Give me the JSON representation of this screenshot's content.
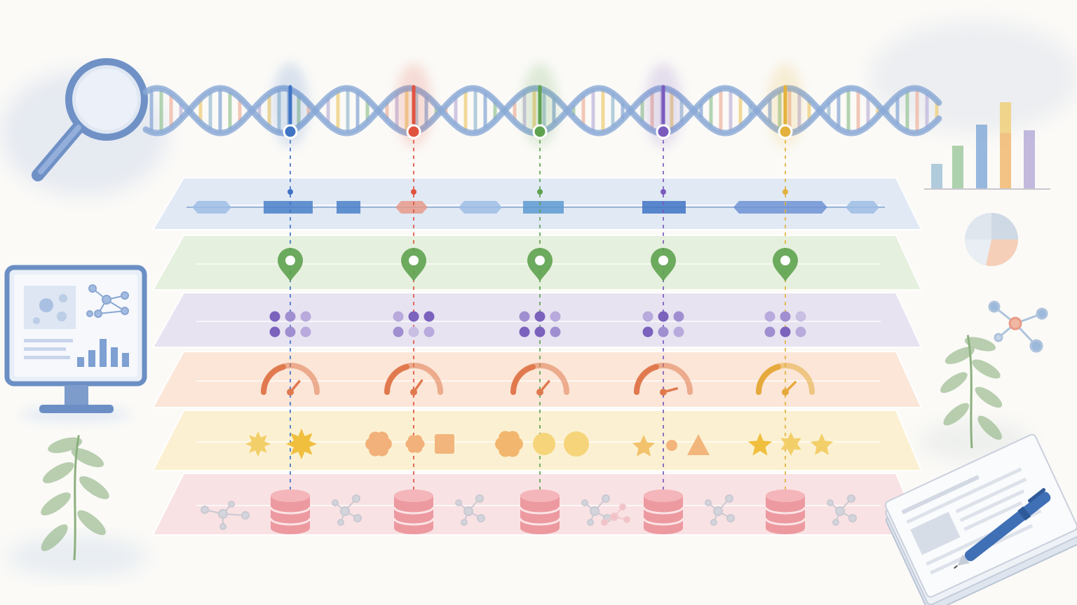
{
  "colors": {
    "background": "#fbfaf7",
    "dna_strand": "#8aa9d6",
    "loci": [
      "#3f74c4",
      "#e0533f",
      "#5ea24f",
      "#7a5bbd",
      "#e3b23c"
    ],
    "layers": [
      "#dfe8f5",
      "#e4efdc",
      "#e6e1f1",
      "#fbe4d5",
      "#fcf1cf",
      "#f9e0e3"
    ],
    "layer_icons": {
      "gene_blocks": "#4a80c8",
      "pin": "#4f9a45",
      "dots": "#7b62bd",
      "gauge": [
        "#e07a4e",
        "#e07a4e",
        "#e07a4e",
        "#e07a4e",
        "#e6a93c"
      ],
      "shapes": "#f0b743",
      "database": "#e6818a",
      "network": "#c9c9cf"
    },
    "plant": "#8cb07f",
    "monitor": "#6b8fc4",
    "bars": [
      "#9dbfd4",
      "#9bc79a",
      "#7ea6d7",
      "#f0cf7a",
      "#f2b07c",
      "#b7add8"
    ]
  },
  "diagram": {
    "dna": {
      "icon": "dna-double-helix-icon",
      "loci_count": 5
    },
    "layers": [
      {
        "name": "genome-annotation-layer",
        "icon": "gene-block-icon"
      },
      {
        "name": "variant-location-layer",
        "icon": "map-pin-icon"
      },
      {
        "name": "molecular-pattern-layer",
        "icon": "dot-grid-icon"
      },
      {
        "name": "effect-measurement-layer",
        "icon": "gauge-icon"
      },
      {
        "name": "phenotype-shapes-layer",
        "icon": "shape-icon"
      },
      {
        "name": "database-network-layer",
        "icon": "database-icon"
      }
    ],
    "decorations": [
      "magnifying-glass-icon",
      "monitor-dashboard-icon",
      "bar-chart-icon",
      "pie-chart-icon",
      "molecule-network-icon",
      "plant-icon",
      "paper-pen-icon"
    ]
  }
}
